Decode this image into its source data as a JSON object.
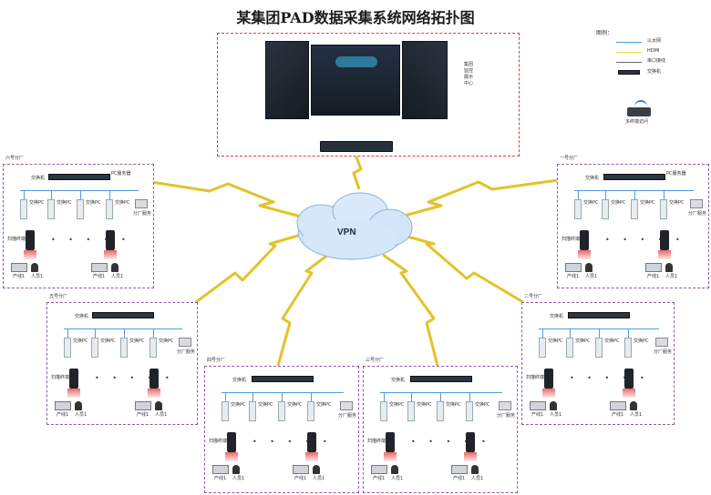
{
  "title": "某集团PAD数据采集系统网络拓扑图",
  "center": {
    "label_lines": [
      "集团",
      "监控",
      "展示",
      "中心"
    ]
  },
  "vpn_label": "VPN",
  "legend": {
    "title": "图例：",
    "items": [
      {
        "label": "以太网",
        "color": "#4f9be0"
      },
      {
        "label": "HDMI",
        "color": "#e8d24a"
      },
      {
        "label": "串口接线",
        "color": "#666666"
      },
      {
        "label": "交换机",
        "color": "#26303a"
      }
    ],
    "wireless_label": "多终端访问"
  },
  "branches": [
    {
      "name": "六号分厂",
      "switch_label": "交换机",
      "server_label": "PC服务器",
      "pad_label": "交换PC",
      "pad_label_right": "分厂服务",
      "scanner_label": "扫描终端",
      "bottom_left": "产线1",
      "bottom_right": "人员1"
    },
    {
      "name": "一号分厂",
      "switch_label": "交换机",
      "server_label": "PC服务器",
      "pad_label": "交换PC",
      "pad_label_right": "分厂服务",
      "scanner_label": "扫描终端",
      "bottom_left": "产线1",
      "bottom_right": "人员1"
    },
    {
      "name": "五号分厂",
      "switch_label": "交换机",
      "pad_label": "交换PC",
      "pad_label_right": "分厂服务",
      "scanner_label": "扫描终端",
      "bottom_left": "产线1",
      "bottom_right": "人员1"
    },
    {
      "name": "二号分厂",
      "switch_label": "交换机",
      "pad_label": "交换PC",
      "pad_label_right": "分厂服务",
      "scanner_label": "扫描终端",
      "bottom_left": "产线1",
      "bottom_right": "人员1"
    },
    {
      "name": "四号分厂",
      "switch_label": "交换机",
      "pad_label": "交换PC",
      "pad_label_right": "分厂服务",
      "scanner_label": "扫描终端",
      "bottom_left": "产线1",
      "bottom_right": "人员1"
    },
    {
      "name": "三号分厂",
      "switch_label": "交换机",
      "pad_label": "交换PC",
      "pad_label_right": "分厂服务",
      "scanner_label": "扫描终端",
      "bottom_left": "产线1",
      "bottom_right": "人员1"
    }
  ]
}
